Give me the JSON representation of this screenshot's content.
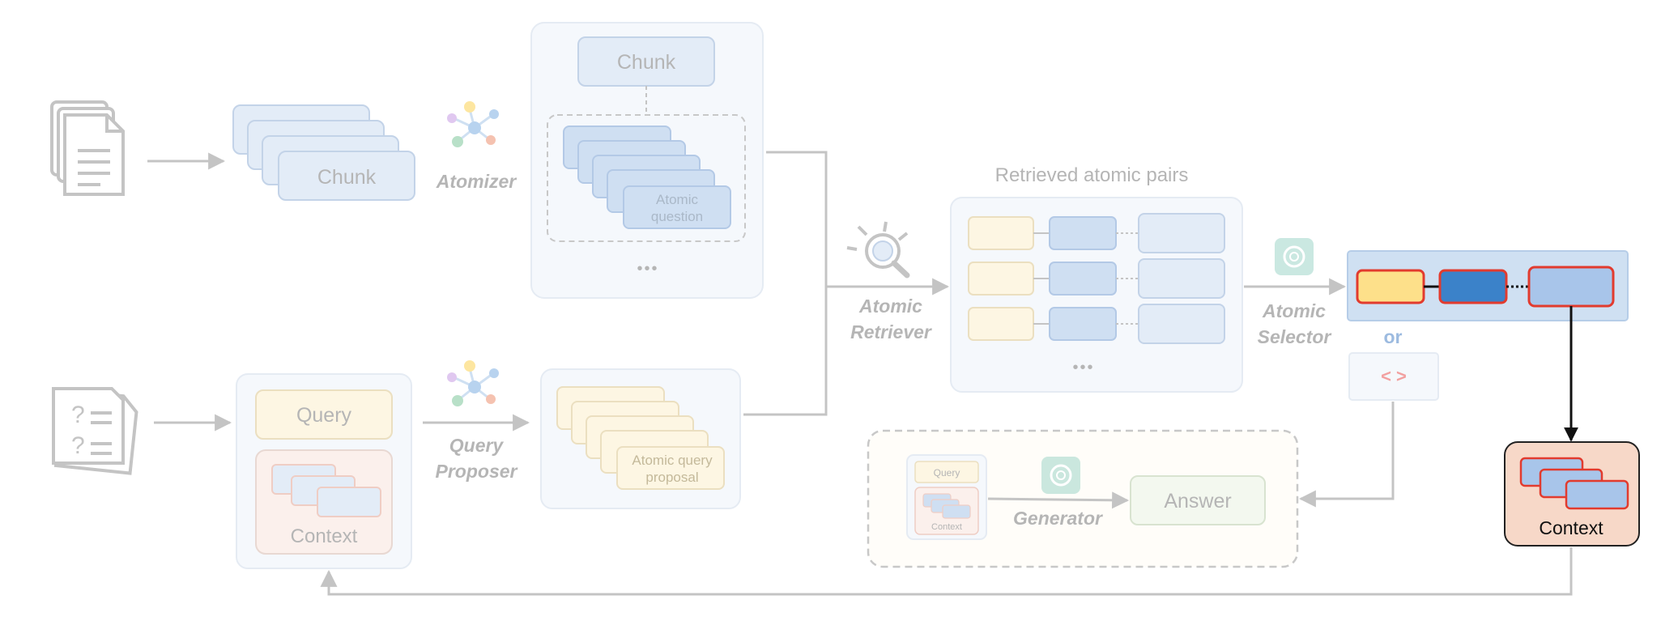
{
  "labels": {
    "chunk": "Chunk",
    "atomizer": "Atomizer",
    "atomic_question": [
      "Atomic",
      "question"
    ],
    "ellipsis": "•••",
    "retrieved_atomic_pairs": "Retrieved atomic pairs",
    "atomic_retriever": [
      "Atomic",
      "Retriever"
    ],
    "atomic_selector": [
      "Atomic",
      "Selector"
    ],
    "or": "or",
    "empty_selection": "< >",
    "query": "Query",
    "context": "Context",
    "query_proposer": [
      "Query",
      "Proposer"
    ],
    "atomic_query_proposal": [
      "Atomic query",
      "proposal"
    ],
    "generator": "Generator",
    "answer": "Answer"
  },
  "colors": {
    "faded_line": "#c4c4c4",
    "faded_text": "#b5b5b5",
    "faded_blue_fill": "#e3ecf7",
    "faded_blue_stroke": "#c3d3e8",
    "faded_yellow_fill": "#fdf6e3",
    "faded_yellow_stroke": "#ebdfc0",
    "faded_pink_fill": "#fbf0ec",
    "faded_pink_stroke": "#efcdc4",
    "panel_fill": "#f5f8fc",
    "highlight_red": "#e23b2e",
    "highlight_yellow": "#fde08a",
    "highlight_blue_dark": "#3b82c9",
    "highlight_blue_light": "#a8c5ea",
    "selector_band": "#cfe0f2",
    "context_fill": "#f7d8c8",
    "or_text": "#9dbbe0",
    "empty_sel_text": "#f2a0a0",
    "gpt_green": "#9fd6c8"
  },
  "icons": [
    "documents-icon",
    "question-list-icon",
    "network-icon",
    "magnifier-robot-icon",
    "chatgpt-icon"
  ]
}
